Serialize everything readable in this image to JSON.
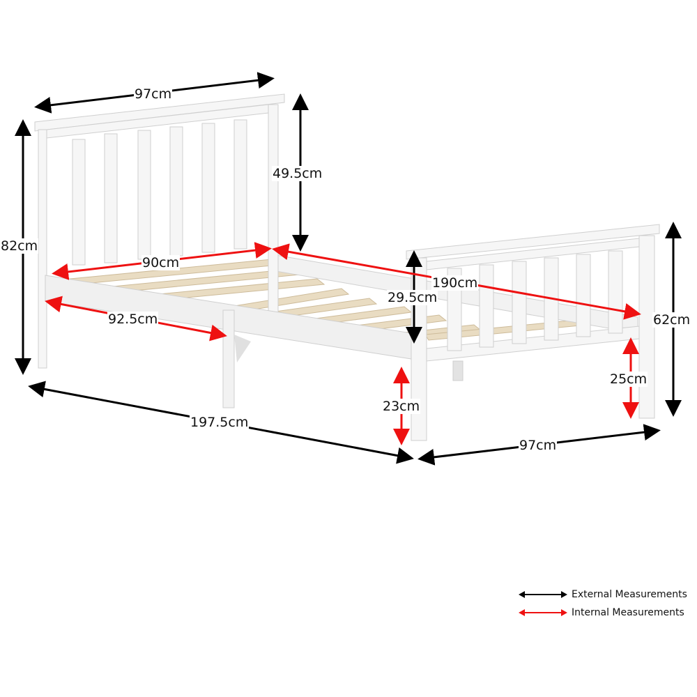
{
  "diagram": {
    "subject": "White wooden single bed frame with slatted headboard and footboard",
    "colors": {
      "external": "#000000",
      "internal": "#ee1111",
      "frame": "#f4f4f4",
      "frame_shade": "#d6d6d6",
      "slats": "#e9dcc2"
    },
    "measurements": {
      "headboard_width": "97cm",
      "headboard_panel_height": "49.5cm",
      "headboard_total_height": "82cm",
      "internal_width": "90cm",
      "internal_length": "190cm",
      "side_rail_half": "92.5cm",
      "rail_depth": "29.5cm",
      "footboard_height": "62cm",
      "footboard_clearance": "25cm",
      "side_clearance": "23cm",
      "total_length": "197.5cm",
      "footboard_width": "97cm"
    },
    "legend": {
      "external_label": "External Measurements",
      "internal_label": "Internal Measurements"
    }
  }
}
